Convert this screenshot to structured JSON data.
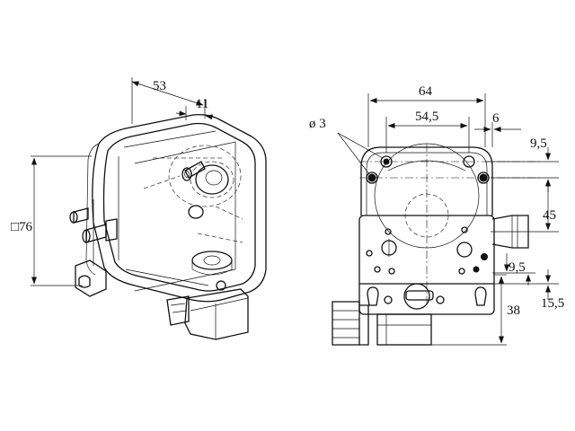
{
  "dimensions": {
    "iso_width": "53",
    "iso_offset": "11",
    "iso_height": "□76",
    "hole_dia": "ø 3",
    "overall_width": "64",
    "hole_spacing": "54,5",
    "right_offset": "6",
    "top_offset": "9,5",
    "nozzle_height": "45",
    "lower_offset": "9,5",
    "bottom_offset": "15,5",
    "gland_height": "38"
  },
  "colors": {
    "line": "#111111",
    "background": "#ffffff"
  }
}
